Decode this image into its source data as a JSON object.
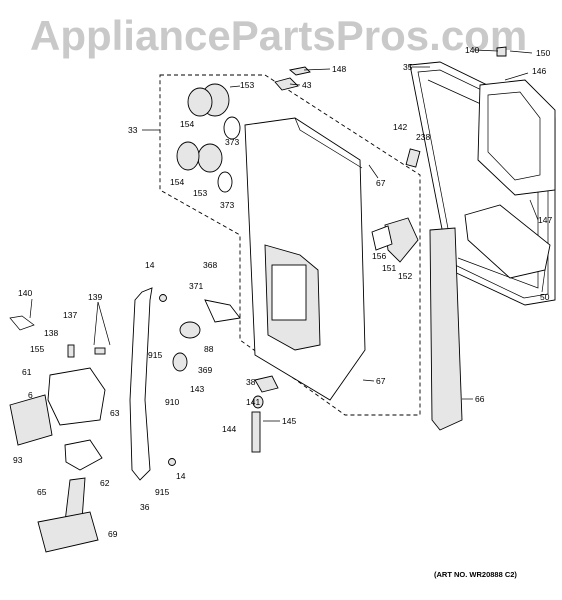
{
  "watermark": "AppliancePartsPros.com",
  "art_number": "(ART NO. WR20888 C2)",
  "callouts": [
    "140",
    "150",
    "146",
    "35",
    "148",
    "43",
    "153",
    "33",
    "154",
    "373",
    "142",
    "238",
    "67",
    "154",
    "153",
    "373",
    "147",
    "156",
    "151",
    "152",
    "50",
    "14",
    "368",
    "371",
    "139",
    "140",
    "137",
    "138",
    "88",
    "915",
    "155",
    "369",
    "61",
    "143",
    "6",
    "910",
    "63",
    "93",
    "38",
    "67",
    "141",
    "66",
    "144",
    "145",
    "14",
    "62",
    "915",
    "36",
    "65",
    "69"
  ]
}
